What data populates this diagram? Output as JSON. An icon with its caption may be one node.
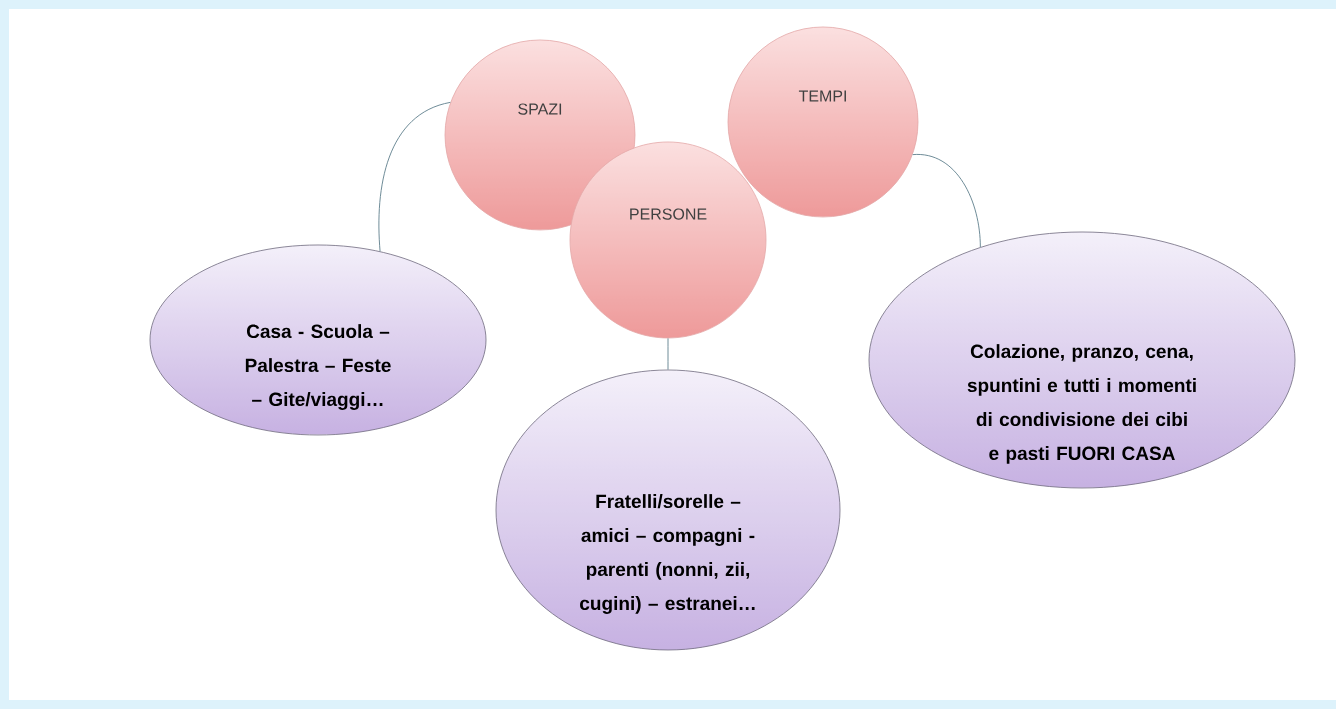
{
  "diagram": {
    "nodes": [
      {
        "text": [
          "SPAZI"
        ]
      },
      {
        "text": [
          "TEMPI"
        ]
      },
      {
        "text": [
          "PERSONE"
        ]
      },
      {
        "text": [
          "Casa - Scuola – Palestra – Feste – Gite/viaggi…"
        ]
      },
      {
        "text": [
          "Fratelli/sorelle – amici – compagni - parenti (nonni, zii, cugini) – estranei…"
        ]
      },
      {
        "text": [
          "Colazione, pranzo, cena, spuntini e tutti i momenti di condivisione dei cibi e pasti FUORI CASA"
        ]
      }
    ],
    "edges": [
      {
        "from": 0,
        "to": 3,
        "arrow": "none"
      },
      {
        "from": 2,
        "to": 4,
        "arrow": "none"
      },
      {
        "from": 1,
        "to": 5,
        "arrow": "none"
      }
    ]
  }
}
